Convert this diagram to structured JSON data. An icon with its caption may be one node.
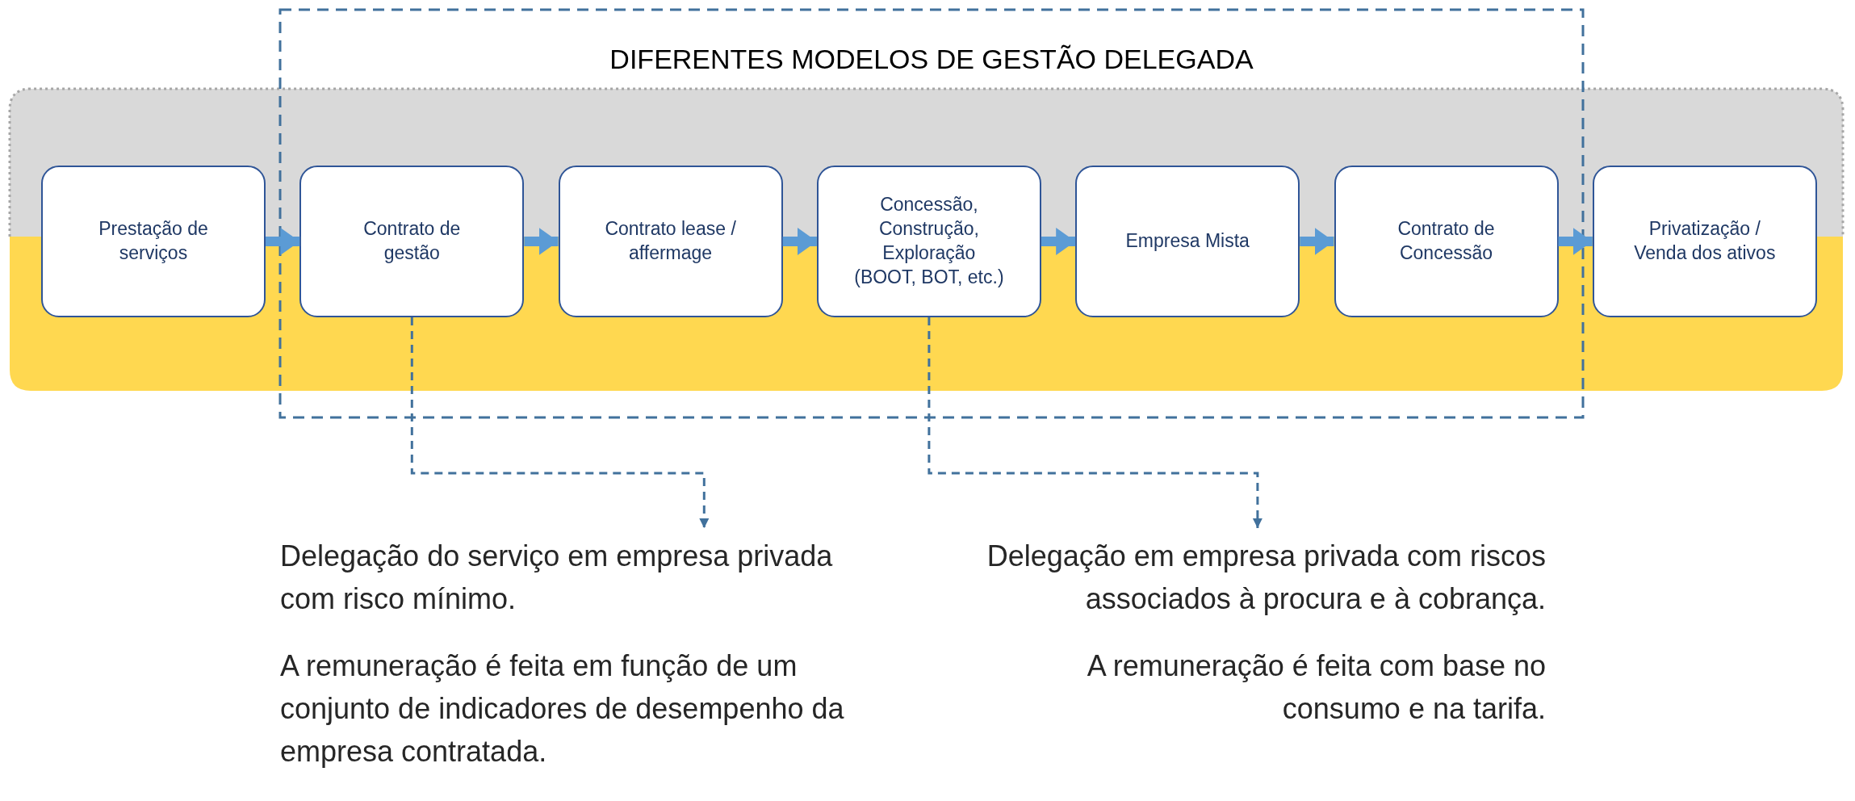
{
  "diagram": {
    "nodes": [
      {
        "text": [
          "DIFERENTES MODELOS DE GESTÃO DELEGADA"
        ]
      },
      {
        "text": [
          "Prestação de serviços"
        ]
      },
      {
        "text": [
          "Contrato de gestão"
        ]
      },
      {
        "text": [
          "Contrato lease / affermage"
        ]
      },
      {
        "text": [
          "Concessão, Construção, Exploração (BOOT, BOT, etc.)"
        ]
      },
      {
        "text": [
          "Empresa Mista"
        ]
      },
      {
        "text": [
          "Contrato de Concessão"
        ]
      },
      {
        "text": [
          "Privatização / Venda dos ativos"
        ]
      },
      {
        "text": [
          "Delegação do serviço em empresa privada com risco mínimo.",
          "A remuneração é feita em função de um conjunto de indicadores de desempenho da empresa contratada."
        ]
      },
      {
        "text": [
          "Delegação em empresa privada com riscos associados à procura e à cobrança.",
          "A remuneração é feita com base no consumo e na tarifa."
        ]
      }
    ],
    "edges": [
      {
        "from": 1,
        "to": 2,
        "arrow": "to"
      },
      {
        "from": 2,
        "to": 3,
        "arrow": "to"
      },
      {
        "from": 3,
        "to": 4,
        "arrow": "to"
      },
      {
        "from": 4,
        "to": 5,
        "arrow": "to"
      },
      {
        "from": 5,
        "to": 6,
        "arrow": "to"
      },
      {
        "from": 6,
        "to": 7,
        "arrow": "to"
      },
      {
        "from": 2,
        "to": 8,
        "arrow": "to",
        "style": "dashed"
      },
      {
        "from": 4,
        "to": 9,
        "arrow": "to",
        "style": "dashed"
      }
    ]
  }
}
